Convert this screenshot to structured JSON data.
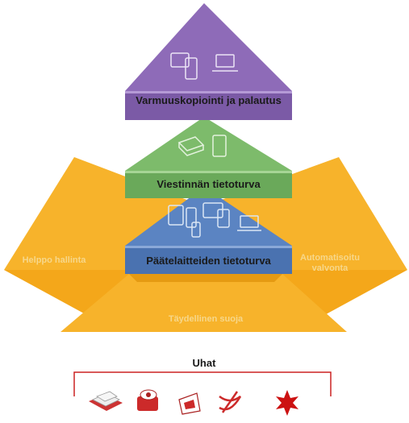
{
  "tiers": {
    "top": {
      "label": "Varmuuskopiointi ja palautus",
      "color": "#7b5aa6",
      "face": "#8e6bb8"
    },
    "middle": {
      "label": "Viestinnän tietoturva",
      "color": "#6aa95a",
      "face": "#7dbb6b"
    },
    "bottom": {
      "label": "Päätelaitteiden tietoturva",
      "color": "#4a72b0",
      "face": "#5b84c2"
    }
  },
  "base": {
    "color": "#f7b32b",
    "left_label": "Helppo hallinta",
    "right_label": "Automatisoitu valvonta",
    "bottom_label": "Täydellinen suoja"
  },
  "threats": {
    "title": "Uhat",
    "bracket_color": "#cc2222",
    "icons": [
      "spam-icon",
      "malware-icon",
      "phishing-icon",
      "virus-icon",
      "attack-icon"
    ]
  }
}
